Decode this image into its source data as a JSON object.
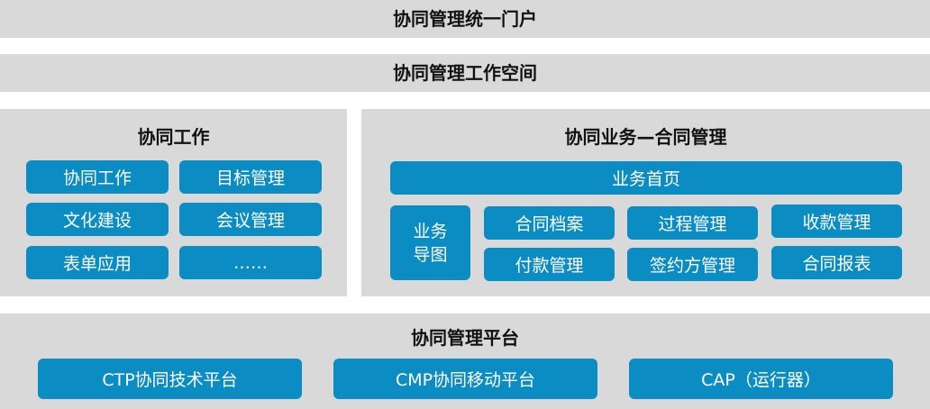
{
  "colors": {
    "band_gray": "#d9d9d9",
    "accent_blue": "#0b8dc4",
    "text_white": "#ffffff",
    "title_black": "#111111"
  },
  "portal": {
    "title": "协同管理统一门户"
  },
  "workspace": {
    "title": "协同管理工作空间"
  },
  "collab_work": {
    "title": "协同工作",
    "items": [
      "协同工作",
      "目标管理",
      "文化建设",
      "会议管理",
      "表单应用",
      "……"
    ]
  },
  "contract": {
    "title": "协同业务—合同管理",
    "home": "业务首页",
    "map_line1": "业务",
    "map_line2": "导图",
    "items": [
      "合同档案",
      "过程管理",
      "收款管理",
      "付款管理",
      "签约方管理",
      "合同报表"
    ]
  },
  "platform": {
    "title": "协同管理平台",
    "items": [
      "CTP协同技术平台",
      "CMP协同移动平台",
      "CAP（运行器）"
    ]
  }
}
